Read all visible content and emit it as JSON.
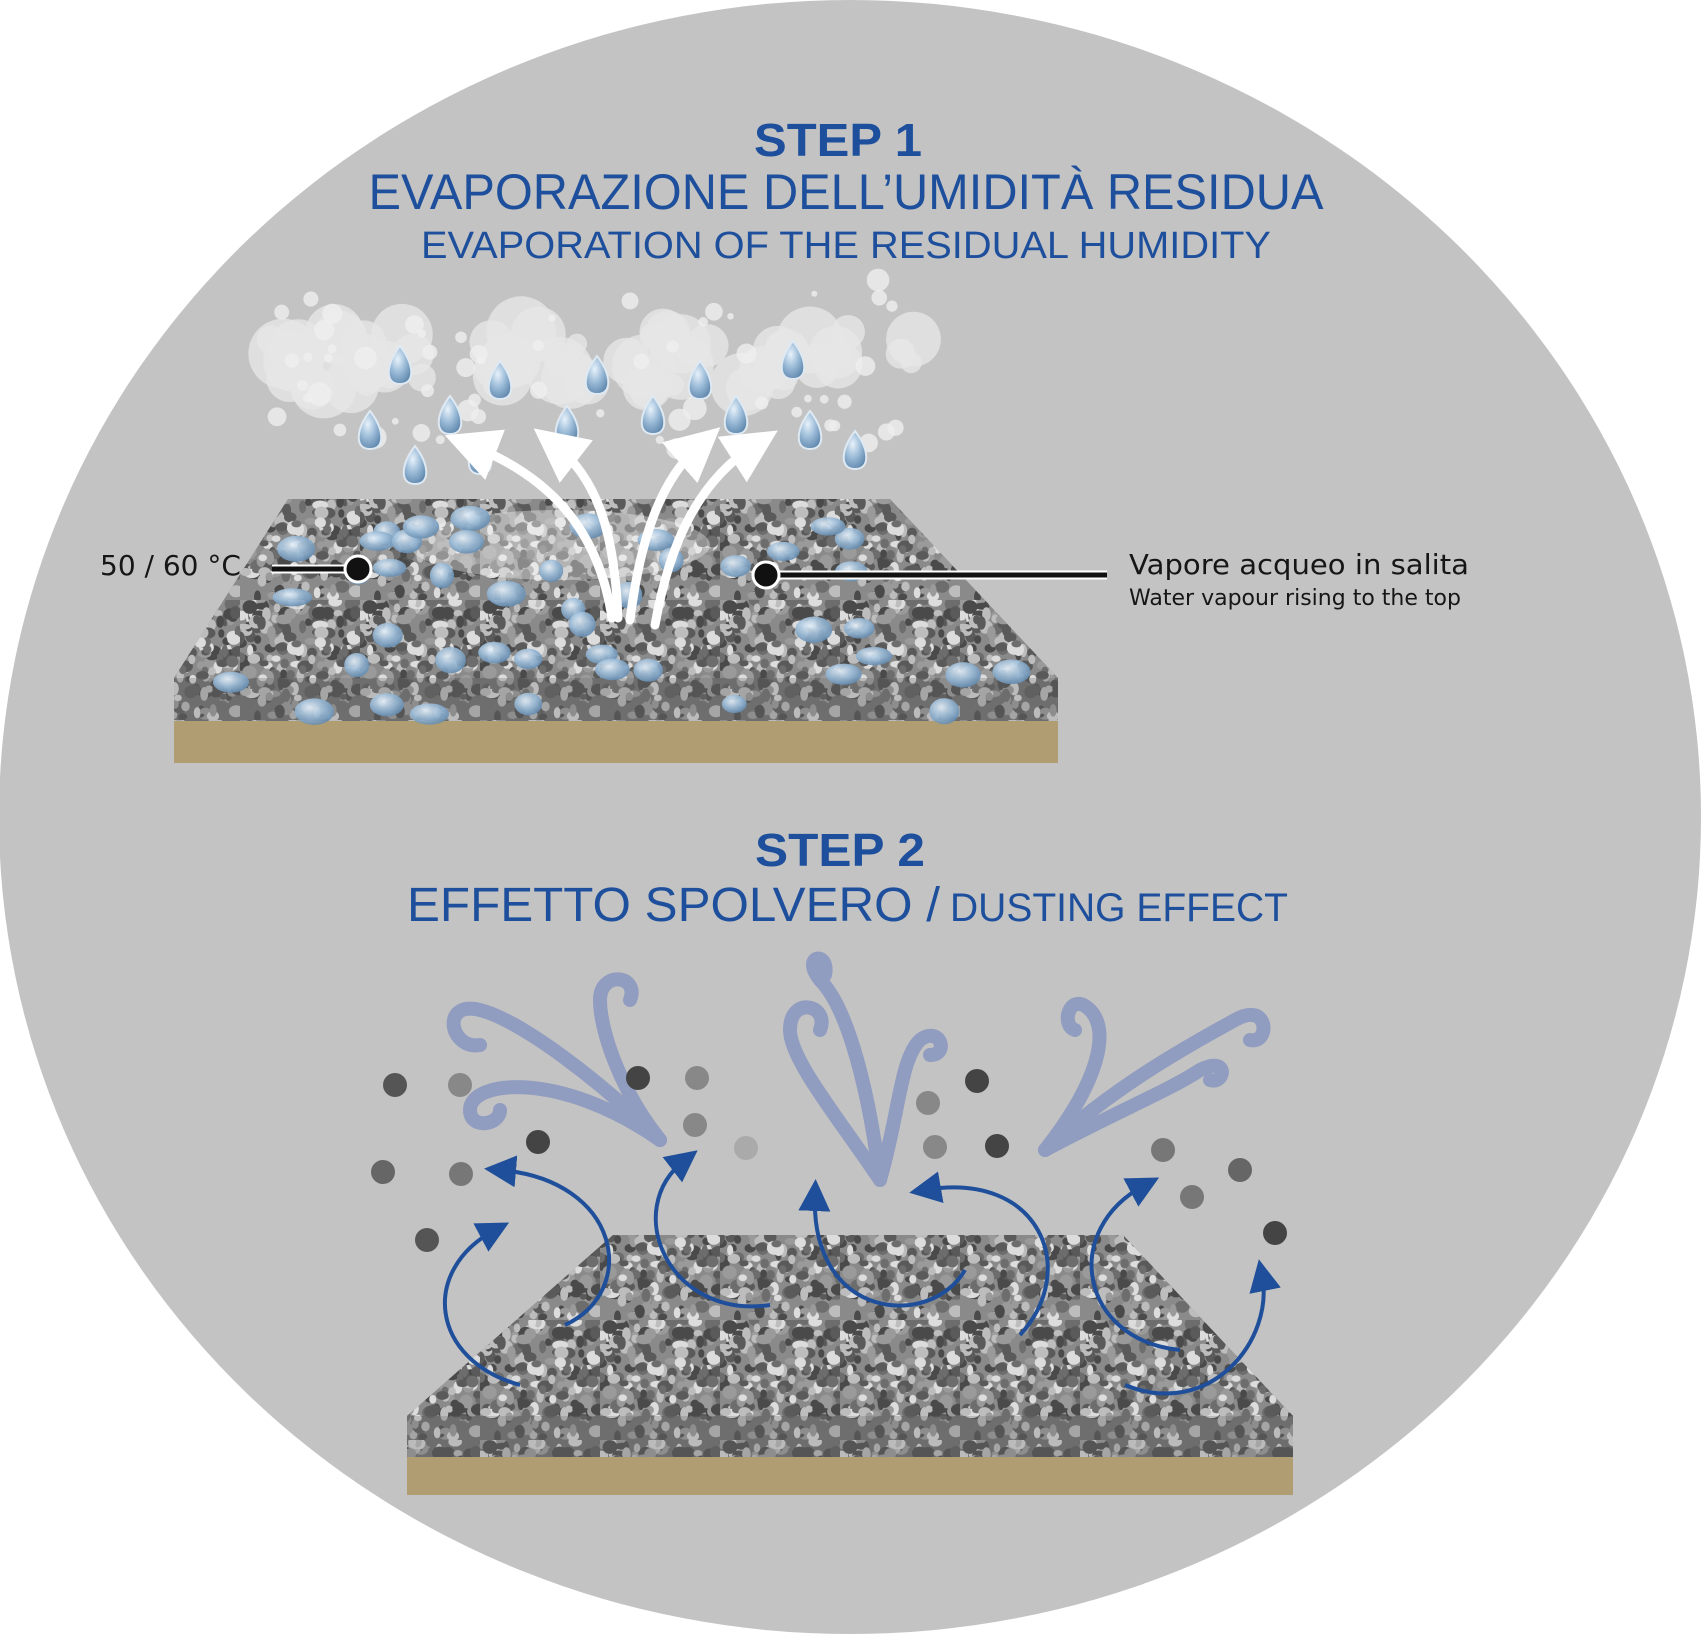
{
  "step1": {
    "heading": "STEP 1",
    "title_it": "EVAPORAZIONE DELL’UMIDITÀ RESIDUA",
    "title_en": "EVAPORATION OF THE RESIDUAL HUMIDITY",
    "temperature_label": "50 / 60 °C",
    "vapour_label_it": "Vapore acqueo in salita",
    "vapour_label_en": "Water vapour rising to the top"
  },
  "step2": {
    "heading": "STEP 2",
    "title_it": "EFFETTO SPOLVERO /",
    "title_en": "DUSTING EFFECT"
  },
  "colors": {
    "background_circle": "#c3c3c3",
    "text_blue": "#1d4f9c",
    "base_tan": "#b09e72",
    "swirl": "#8b98c0",
    "arrow_blue": "#1f4f9a"
  }
}
